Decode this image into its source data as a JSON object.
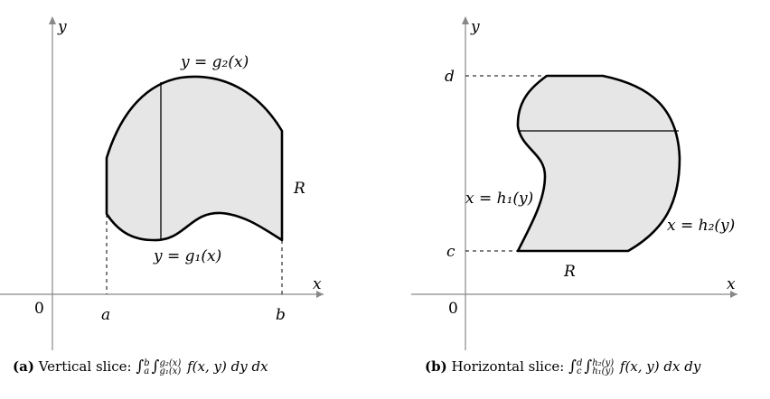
{
  "panel_a": {
    "y_label": "y",
    "x_label": "x",
    "origin_label": "0",
    "a_label": "a",
    "b_label": "b",
    "top_curve_label": "y = g₂(x)",
    "bottom_curve_label": "y = g₁(x)",
    "region_label": "R",
    "caption_prefix": "(a)",
    "caption_text": "Vertical slice:",
    "caption_formula": "f(x, y) dy dx",
    "outer_lower": "a",
    "outer_upper": "b",
    "inner_lower": "g₁(x)",
    "inner_upper": "g₂(x)"
  },
  "panel_b": {
    "y_label": "y",
    "x_label": "x",
    "origin_label": "0",
    "c_label": "c",
    "d_label": "d",
    "left_curve_label": "x = h₁(y)",
    "right_curve_label": "x = h₂(y)",
    "region_label": "R",
    "caption_prefix": "(b)",
    "caption_text": "Horizontal slice:",
    "caption_formula": "f(x, y) dx dy",
    "outer_lower": "c",
    "outer_upper": "d",
    "inner_lower": "h₁(y)",
    "inner_upper": "h₂(y)"
  },
  "colors": {
    "region_fill": "#e6e6e6",
    "axis": "#888888",
    "outline": "#000000"
  }
}
